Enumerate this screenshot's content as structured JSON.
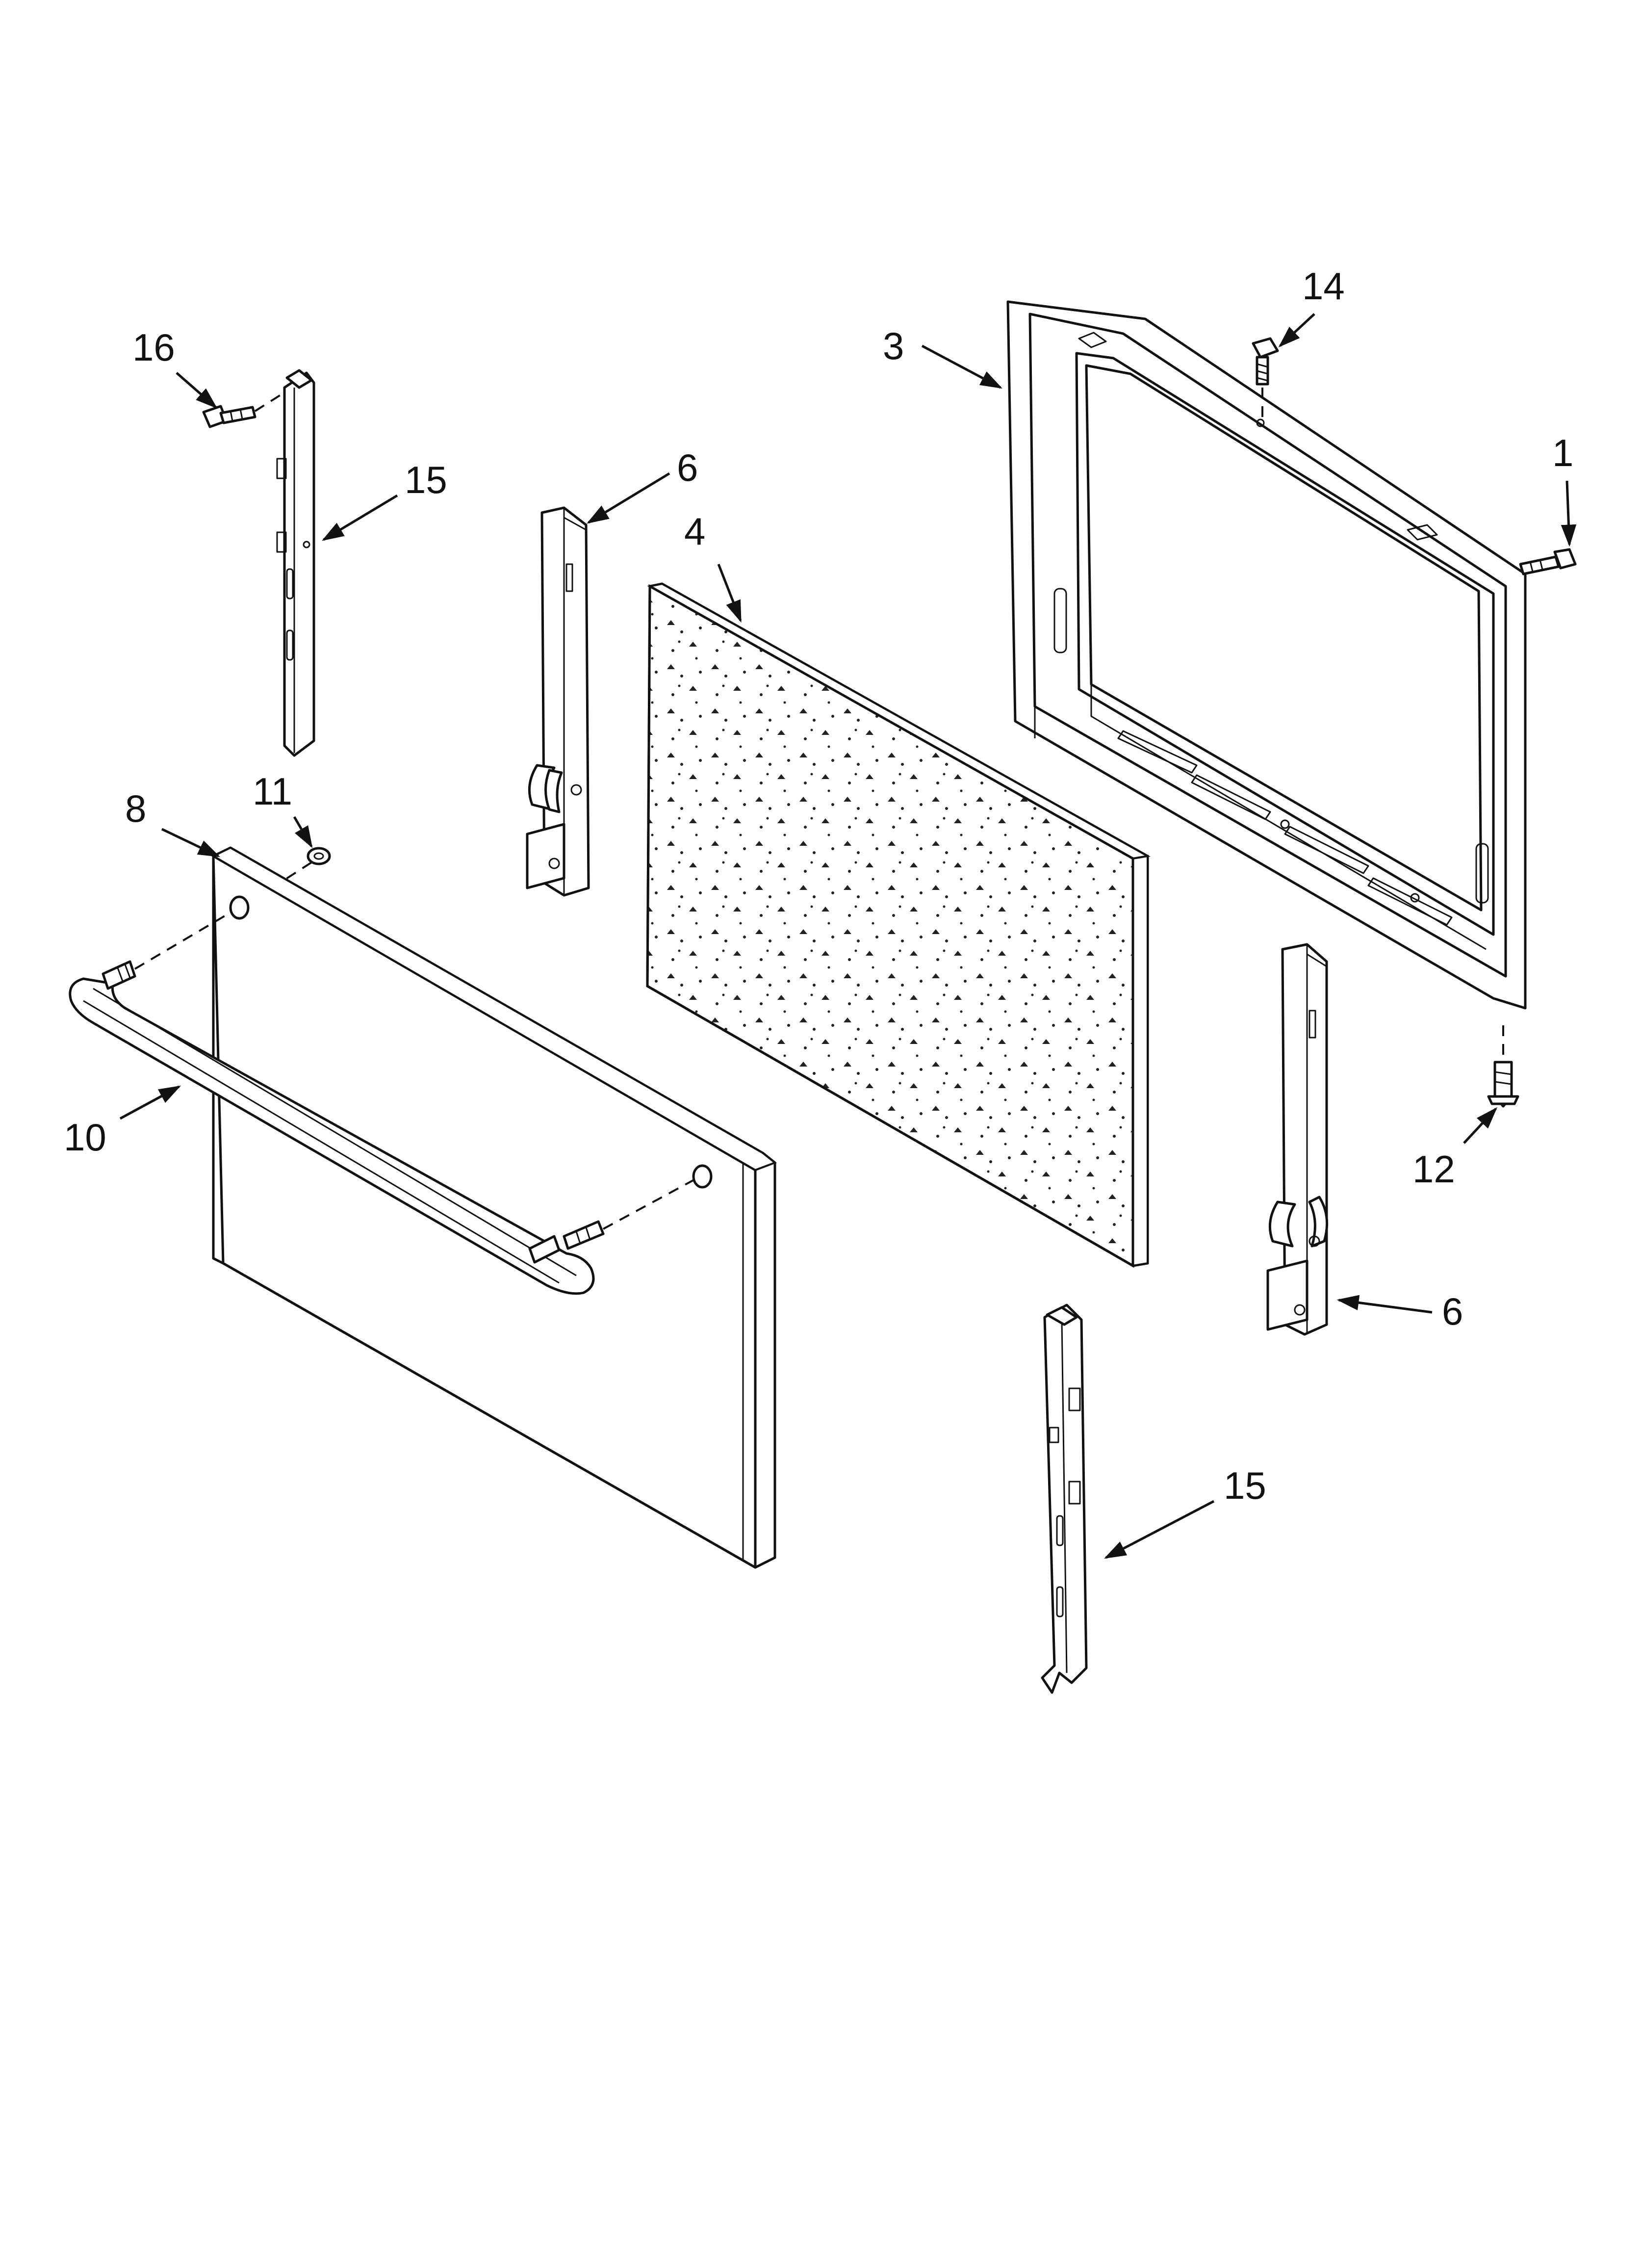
{
  "callouts": {
    "c1": "1",
    "c3": "3",
    "c4": "4",
    "c6a": "6",
    "c6b": "6",
    "c8": "8",
    "c10": "10",
    "c11": "11",
    "c12": "12",
    "c14": "14",
    "c15a": "15",
    "c15b": "15",
    "c16": "16"
  },
  "colors": {
    "line": "#111111",
    "background": "#ffffff"
  }
}
